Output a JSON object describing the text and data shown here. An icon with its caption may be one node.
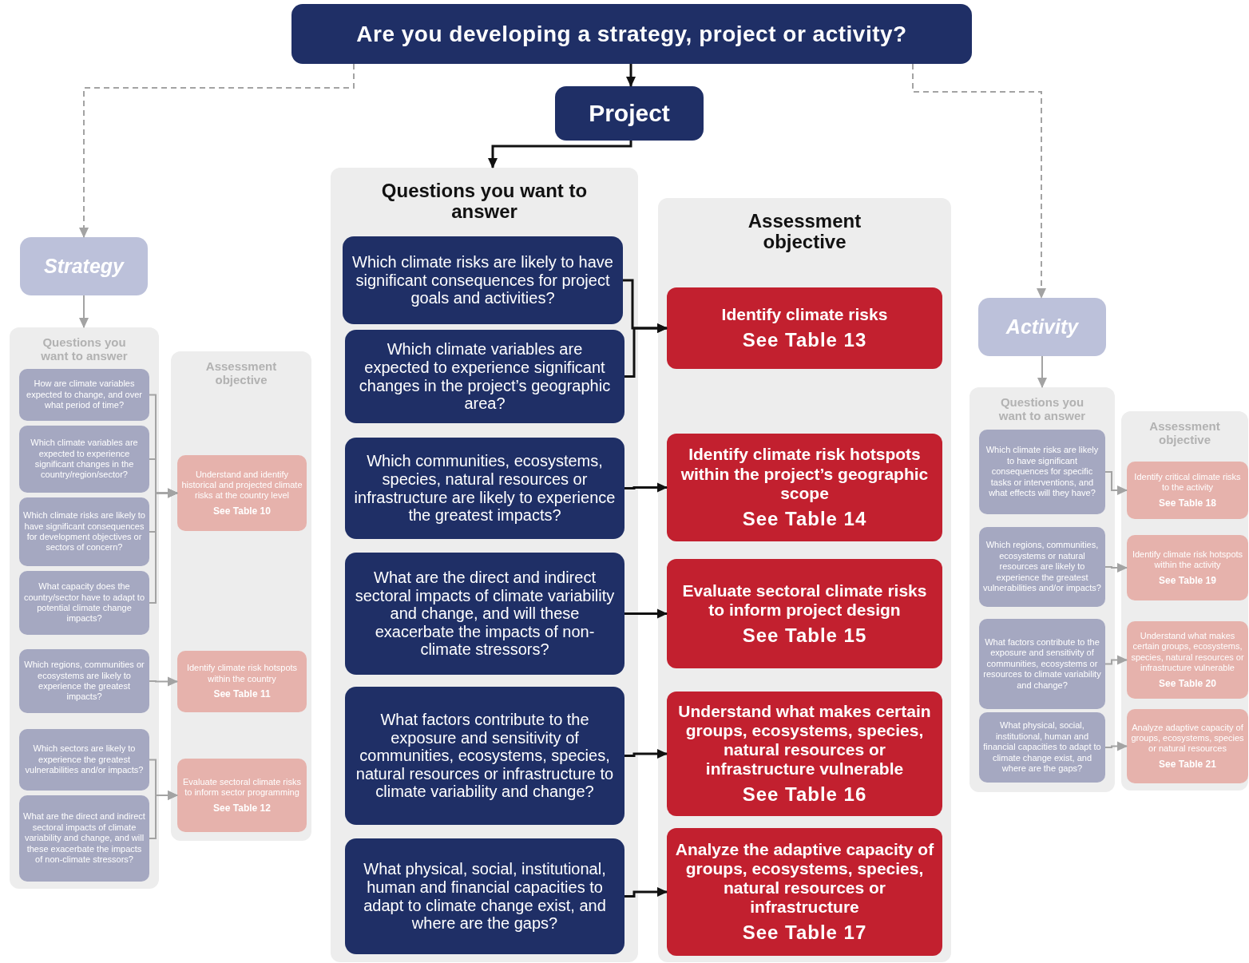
{
  "diagram": {
    "nodes": [
      {
        "text": [
          "Are you developing a strategy, project or activity?"
        ]
      },
      {
        "text": [
          "Project"
        ]
      },
      {
        "text": [
          "Strategy"
        ]
      },
      {
        "text": [
          "Activity"
        ]
      },
      {
        "text": [
          "Questions you want to answer"
        ]
      },
      {
        "text": [
          "How are climate variables expected to change, and over what period of time?"
        ],
        "in": 4
      },
      {
        "text": [
          "Which climate variables are expected to experience significant changes in the country/region/sector?"
        ],
        "in": 4
      },
      {
        "text": [
          "Which climate risks are likely to have significant consequences for development objectives or sectors of concern?"
        ],
        "in": 4
      },
      {
        "text": [
          "What capacity does the country/sector have to adapt to potential climate change impacts?"
        ],
        "in": 4
      },
      {
        "text": [
          "Which regions, communities or ecosystems are likely to experience the greatest impacts?"
        ],
        "in": 4
      },
      {
        "text": [
          "Which sectors are likely to experience the greatest vulnerabilities and/or impacts?"
        ],
        "in": 4
      },
      {
        "text": [
          "What are the direct and indirect sectoral impacts of climate variability and change, and will these exacerbate the impacts of non-climate stressors?"
        ],
        "in": 4
      },
      {
        "text": [
          "Assessment objective"
        ]
      },
      {
        "text": [
          "Understand and identify historical and projected climate risks at the country level",
          "See Table 10"
        ],
        "in": 12
      },
      {
        "text": [
          "Identify climate risk hotspots within the country",
          "See Table 11"
        ],
        "in": 12
      },
      {
        "text": [
          "Evaluate sectoral climate risks to inform sector programming",
          "See Table 12"
        ],
        "in": 12
      },
      {
        "text": [
          "Questions you want to answer"
        ]
      },
      {
        "text": [
          "Which climate risks are likely to have significant consequences for project goals and activities?"
        ],
        "in": 16
      },
      {
        "text": [
          "Which climate variables are expected to experience significant changes in the project’s geographic area?"
        ],
        "in": 16
      },
      {
        "text": [
          "Which communities, ecosystems, species, natural resources or infrastructure are likely to experience the greatest impacts?"
        ],
        "in": 16
      },
      {
        "text": [
          "What are the direct and indirect sectoral impacts of climate variability and change, and will these exacerbate the impacts of non-climate stressors?"
        ],
        "in": 16
      },
      {
        "text": [
          "What factors contribute to the exposure and sensitivity of communities, ecosystems, species, natural resources or infrastructure to climate variability and change?"
        ],
        "in": 16
      },
      {
        "text": [
          "What physical, social, institutional, human and financial capacities to adapt to climate change exist, and where are the gaps?"
        ],
        "in": 16
      },
      {
        "text": [
          "Assessment objective"
        ]
      },
      {
        "text": [
          "Identify climate risks",
          "See Table 13"
        ],
        "in": 23
      },
      {
        "text": [
          "Identify climate risk hotspots within the project’s geographic scope",
          "See Table 14"
        ],
        "in": 23
      },
      {
        "text": [
          "Evaluate sectoral climate risks to inform project design",
          "See Table 15"
        ],
        "in": 23
      },
      {
        "text": [
          "Understand what makes certain groups, ecosystems, species, natural resources or infrastructure vulnerable",
          "See Table 16"
        ],
        "in": 23
      },
      {
        "text": [
          "Analyze the adaptive capacity of groups, ecosystems, species, natural resources or infrastructure",
          "See Table 17"
        ],
        "in": 23
      },
      {
        "text": [
          "Questions you want to answer"
        ]
      },
      {
        "text": [
          "Which climate risks are likely to have significant consequences for specific tasks or interventions, and what effects will they have?"
        ],
        "in": 29
      },
      {
        "text": [
          "Which regions, communities, ecosystems or natural resources are likely to experience the greatest vulnerabilities and/or impacts?"
        ],
        "in": 29
      },
      {
        "text": [
          "What factors contribute to the exposure and sensitivity of communities, ecosystems or resources to climate variability and change?"
        ],
        "in": 29
      },
      {
        "text": [
          "What physical, social, institutional, human and financial capacities to adapt to climate change exist, and where are the gaps?"
        ],
        "in": 29
      },
      {
        "text": [
          "Assessment objective"
        ]
      },
      {
        "text": [
          "Identify critical climate risks to the activity",
          "See Table 18"
        ],
        "in": 34
      },
      {
        "text": [
          "Identify climate risk hotspots within the activity",
          "See Table 19"
        ],
        "in": 34
      },
      {
        "text": [
          "Understand what makes certain groups, ecosystems, species, natural resources or infrastructure vulnerable",
          "See Table 20"
        ],
        "in": 34
      },
      {
        "text": [
          "Analyze adaptive capacity of groups, ecosystems, species or natural resources",
          "See Table 21"
        ],
        "in": 34
      }
    ],
    "edges": [
      {
        "from": 0,
        "to": 1,
        "arrow": "to",
        "color": "#111111"
      },
      {
        "from": 0,
        "to": 2,
        "arrow": "to",
        "style": "dashed"
      },
      {
        "from": 0,
        "to": 3,
        "arrow": "to",
        "style": "dashed"
      },
      {
        "from": 1,
        "to": 16,
        "arrow": "to",
        "color": "#111111"
      },
      {
        "from": 2,
        "to": 4,
        "arrow": "to"
      },
      {
        "from": 3,
        "to": 29,
        "arrow": "to"
      },
      {
        "from": 5,
        "to": 13,
        "arrow": "to"
      },
      {
        "from": 6,
        "to": 13,
        "arrow": "to"
      },
      {
        "from": 7,
        "to": 13,
        "arrow": "to"
      },
      {
        "from": 8,
        "to": 13,
        "arrow": "to"
      },
      {
        "from": 9,
        "to": 14,
        "arrow": "to"
      },
      {
        "from": 10,
        "to": 15,
        "arrow": "to"
      },
      {
        "from": 11,
        "to": 15,
        "arrow": "to"
      },
      {
        "from": 17,
        "to": 24,
        "arrow": "to",
        "color": "#111111"
      },
      {
        "from": 18,
        "to": 24,
        "arrow": "to",
        "color": "#111111"
      },
      {
        "from": 19,
        "to": 25,
        "arrow": "to",
        "color": "#111111"
      },
      {
        "from": 20,
        "to": 26,
        "arrow": "to",
        "color": "#111111"
      },
      {
        "from": 21,
        "to": 27,
        "arrow": "to",
        "color": "#111111"
      },
      {
        "from": 22,
        "to": 28,
        "arrow": "to",
        "color": "#111111"
      },
      {
        "from": 30,
        "to": 35,
        "arrow": "to"
      },
      {
        "from": 31,
        "to": 36,
        "arrow": "to"
      },
      {
        "from": 32,
        "to": 37,
        "arrow": "to"
      },
      {
        "from": 33,
        "to": 38,
        "arrow": "to"
      }
    ]
  }
}
